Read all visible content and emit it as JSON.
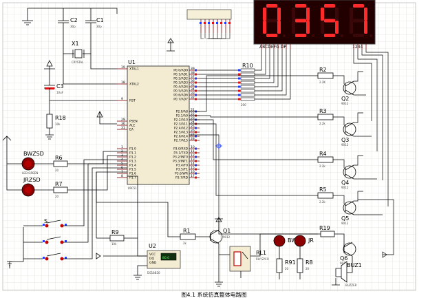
{
  "caption": "图4.1  系统仿真整体电路图",
  "display": {
    "digits": [
      "0",
      "3",
      "5",
      "7"
    ],
    "segment_label": "ABCDEFG DP",
    "digit_label": "1234"
  },
  "mcu": {
    "ref": "U1",
    "part": "89C51",
    "pins_left": [
      "XTAL1",
      "XTAL2",
      "RST",
      "PSEN",
      "ALE",
      "EA",
      "P1.0",
      "P1.1",
      "P1.2",
      "P1.3",
      "P1.4",
      "P1.5",
      "P1.6",
      "P1.7"
    ],
    "pins_left_num": [
      "19",
      "18",
      "9",
      "29",
      "30",
      "31",
      "1",
      "2",
      "3",
      "4",
      "5",
      "6",
      "7",
      "8"
    ],
    "pins_right_p0": [
      "P0.0/AD0",
      "P0.1/AD1",
      "P0.2/AD2",
      "P0.3/AD3",
      "P0.4/AD4",
      "P0.5/AD5",
      "P0.6/AD6",
      "P0.7/AD7"
    ],
    "pins_right_p0_num": [
      "39",
      "38",
      "37",
      "36",
      "35",
      "34",
      "33",
      "32"
    ],
    "pins_right_p2": [
      "P2.0/A8",
      "P2.1/A9",
      "P2.2/A10",
      "P2.3/A11",
      "P2.4/A12",
      "P2.5/A13",
      "P2.6/A14",
      "P2.7/A15"
    ],
    "pins_right_p2_num": [
      "21",
      "22",
      "23",
      "24",
      "25",
      "26",
      "27",
      "28"
    ],
    "pins_right_p3": [
      "P3.0/RXD",
      "P3.1/TXD",
      "P3.2/INT0",
      "P3.3/INT1",
      "P3.4/T0",
      "P3.5/T1",
      "P3.6/WR",
      "P3.7/RD"
    ],
    "pins_right_p3_num": [
      "10",
      "11",
      "12",
      "13",
      "14",
      "15",
      "16",
      "17"
    ]
  },
  "components": {
    "c2": {
      "ref": "C2",
      "value": "30p"
    },
    "c1": {
      "ref": "C1",
      "value": "30p"
    },
    "x1": {
      "ref": "X1",
      "value": "CRYSTAL"
    },
    "c3": {
      "ref": "C3",
      "value": "10uF"
    },
    "r18": {
      "ref": "R18",
      "value": "10k"
    },
    "r10": {
      "ref": "R10",
      "value": "200"
    },
    "r2": {
      "ref": "R2",
      "value": "2.2K"
    },
    "r3": {
      "ref": "R3",
      "value": "2.2k"
    },
    "r4": {
      "ref": "R4",
      "value": "2.2k"
    },
    "r5": {
      "ref": "R5",
      "value": "2.2k"
    },
    "q2": {
      "ref": "Q2",
      "value": "9012"
    },
    "q3": {
      "ref": "Q3",
      "value": "9012"
    },
    "q4": {
      "ref": "Q4",
      "value": "9012"
    },
    "q5": {
      "ref": "Q5",
      "value": "9012"
    },
    "q6": {
      "ref": "Q6",
      "value": "9012"
    },
    "q1": {
      "ref": "Q1",
      "value": "9012"
    },
    "bwzsd": {
      "ref": "BWZSD",
      "value": "LED-GREEN"
    },
    "jrzsd": {
      "ref": "JRZSD",
      "value": "LED-RED"
    },
    "r6": {
      "ref": "R6",
      "value": "20"
    },
    "r7": {
      "ref": "R7",
      "value": "20"
    },
    "s": {
      "ref": "S"
    },
    "r9": {
      "ref": "R9",
      "value": "10k"
    },
    "r1": {
      "ref": "R1",
      "value": "2k"
    },
    "u2": {
      "ref": "U2",
      "value": "DS18B20",
      "reading": "80.0",
      "pins": [
        "VCC",
        "DQ",
        "GND"
      ]
    },
    "rl1": {
      "ref": "RL1",
      "value": "RLY-SPCO"
    },
    "r91": {
      "ref": "R91",
      "value": "20"
    },
    "r8": {
      "ref": "R8",
      "value": "20"
    },
    "r19": {
      "ref": "R19",
      "value": "10k"
    },
    "bw": {
      "ref": "BW"
    },
    "jr": {
      "ref": "JR"
    },
    "buz1": {
      "ref": "BUZ1",
      "value": "BUZZER"
    }
  }
}
